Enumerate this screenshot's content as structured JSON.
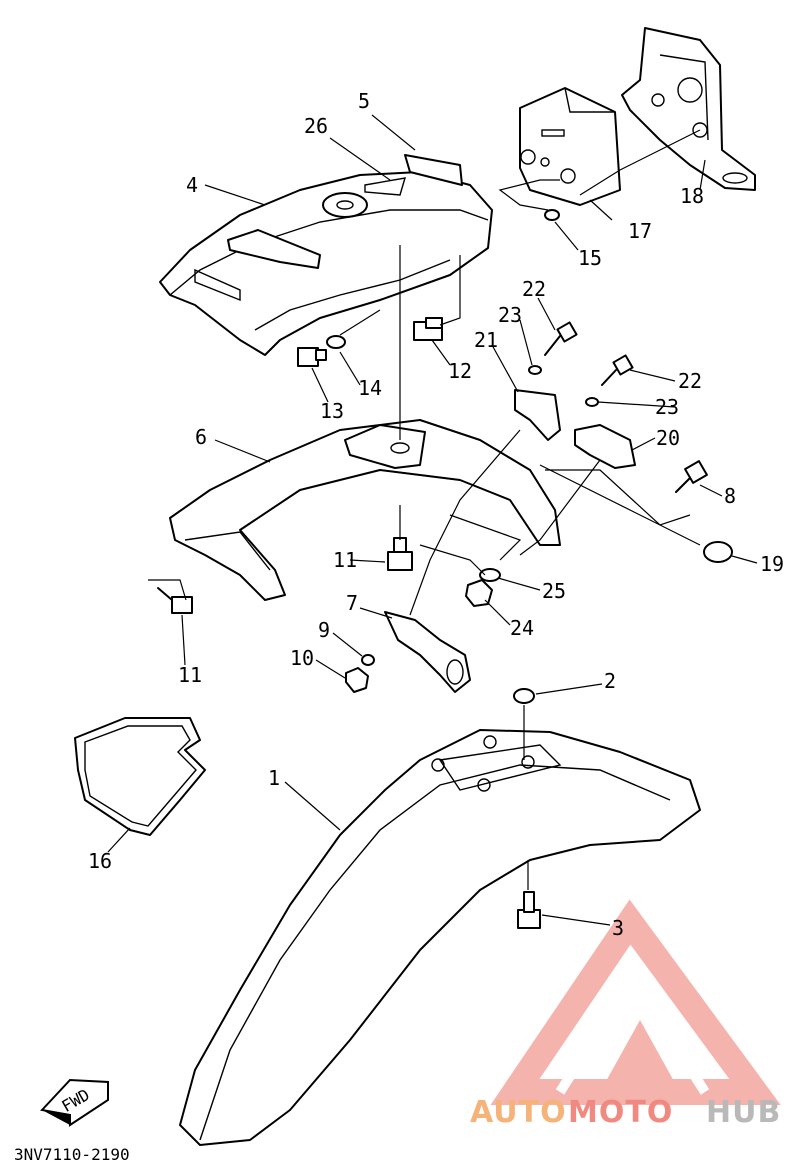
{
  "diagram": {
    "drawing_code": "3NV7110-2190",
    "fwd_label": "FWD",
    "part_labels": [
      "1",
      "2",
      "3",
      "4",
      "5",
      "6",
      "7",
      "8",
      "9",
      "10",
      "11",
      "11",
      "12",
      "13",
      "14",
      "15",
      "16",
      "17",
      "18",
      "19",
      "20",
      "21",
      "22",
      "22",
      "23",
      "23",
      "24",
      "25",
      "26"
    ]
  },
  "watermark": {
    "brand_part1": "AUTO",
    "brand_part2": "MOTO",
    "brand_part3": "HUB",
    "colors": {
      "auto": "#f5b37a",
      "moto": "#f08a80",
      "hub": "#b9b9b9",
      "logo": "#f29a92"
    }
  }
}
